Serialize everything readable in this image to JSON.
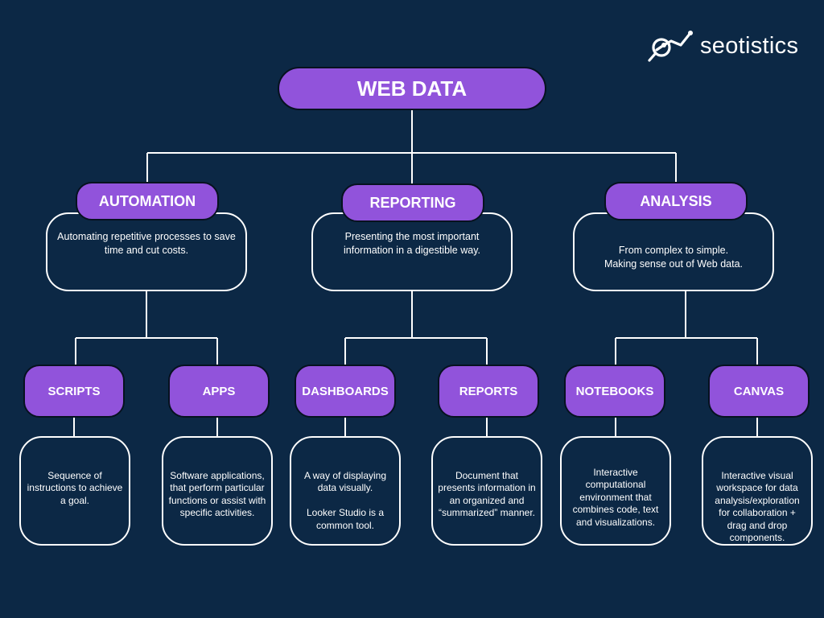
{
  "logo": {
    "text": "seotistics",
    "icon": "analytics-magnifier-icon"
  },
  "root": {
    "label": "WEB DATA"
  },
  "categories": [
    {
      "label": "AUTOMATION",
      "description": "Automating repetitive processes to save time and cut costs."
    },
    {
      "label": "REPORTING",
      "description": "Presenting the most important information in a digestible way."
    },
    {
      "label": "ANALYSIS",
      "description": "From complex to simple.\nMaking sense out of Web data."
    }
  ],
  "leaves": [
    {
      "label": "SCRIPTS",
      "description": "Sequence of instructions to achieve a goal."
    },
    {
      "label": "APPS",
      "description": "Software applications, that perform particular functions or assist with specific activities."
    },
    {
      "label": "DASHBOARDS",
      "description": "A way of displaying data visually.\n\nLooker Studio is a common tool."
    },
    {
      "label": "REPORTS",
      "description": "Document that presents information in an organized and “summarized” manner."
    },
    {
      "label": "NOTEBOOKS",
      "description": "Interactive computational environment that combines code, text and visualizations."
    },
    {
      "label": "CANVAS",
      "description": "Interactive visual workspace for data analysis/exploration for collaboration + drag and drop components."
    }
  ],
  "colors": {
    "background": "#0c2845",
    "pill": "#9153db",
    "line": "#ffffff",
    "text": "#ffffff"
  }
}
